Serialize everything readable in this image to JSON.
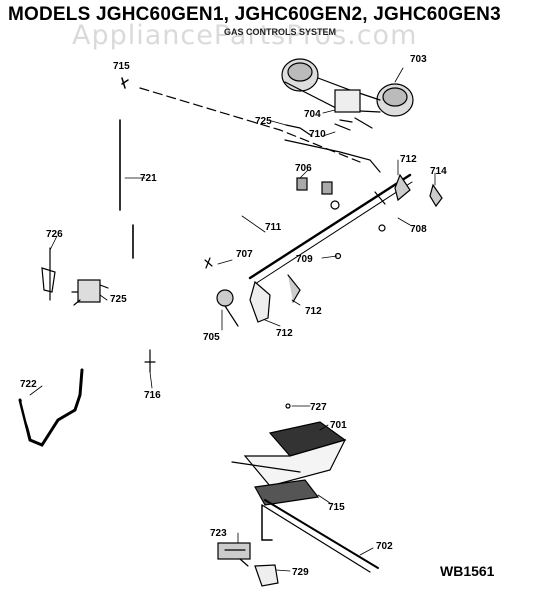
{
  "header": {
    "title": "MODELS JGHC60GEN1, JGHC60GEN2, JGHC60GEN3",
    "subtitle": "GAS CONTROLS SYSTEM"
  },
  "watermark": "AppliancePartsPros.com",
  "figure_code": "WB1561",
  "part_labels": {
    "p701": "701",
    "p702": "702",
    "p703": "703",
    "p704": "704",
    "p705": "705",
    "p706": "706",
    "p707": "707",
    "p708": "708",
    "p709": "709",
    "p710": "710",
    "p711": "711",
    "p712a": "712",
    "p712b": "712",
    "p712c": "712",
    "p714": "714",
    "p715a": "715",
    "p715b": "715",
    "p716": "716",
    "p721": "721",
    "p722": "722",
    "p723": "723",
    "p725a": "725",
    "p725b": "725",
    "p726": "726",
    "p727": "727",
    "p729": "729"
  }
}
